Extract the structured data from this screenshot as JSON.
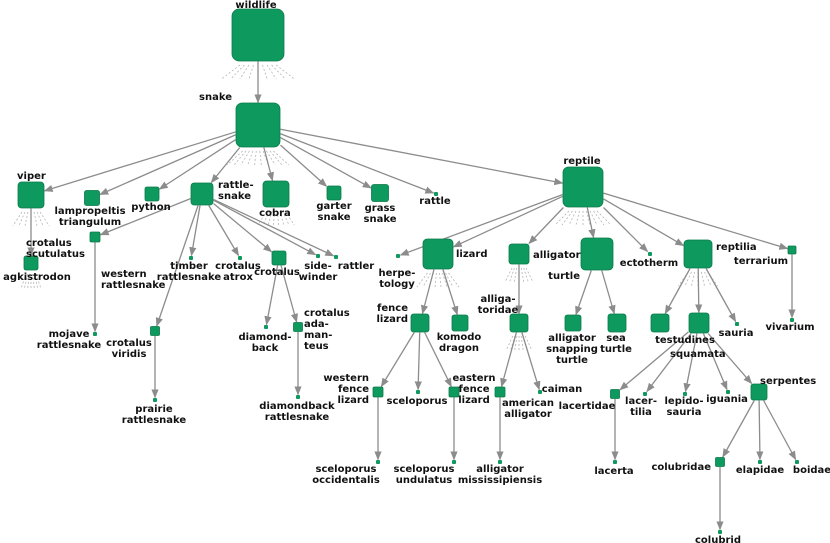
{
  "colors": {
    "node": "#0e9a5e",
    "node_border": "#0a7a48",
    "edge": "#8c8c8c",
    "halo": "#b5b5b5"
  },
  "nodes": {
    "wildlife": [
      "wildlife"
    ],
    "snake": [
      "snake"
    ],
    "viper": [
      "viper"
    ],
    "lampropeltis": [
      "lampropeltis",
      "triangulum"
    ],
    "python": [
      "python"
    ],
    "rattlesnake": [
      "rattle-",
      "snake"
    ],
    "cobra": [
      "cobra"
    ],
    "garter": [
      "garter",
      "snake"
    ],
    "grass": [
      "grass",
      "snake"
    ],
    "rattle": [
      "rattle"
    ],
    "crotalus_scutulatus": [
      "crotalus",
      "scutulatus"
    ],
    "agkistrodon": [
      "agkistrodon"
    ],
    "western_rattlesnake": [
      "western",
      "rattlesnake"
    ],
    "mojave": [
      "mojave",
      "rattlesnake"
    ],
    "crotalus_viridis": [
      "crotalus",
      "viridis"
    ],
    "prairie": [
      "prairie",
      "rattlesnake"
    ],
    "timber": [
      "timber",
      "rattlesnake"
    ],
    "crotalus_atrox": [
      "crotalus",
      "atrox"
    ],
    "crotalus": [
      "crotalus"
    ],
    "diamondback": [
      "diamond-",
      "back"
    ],
    "adamanteus": [
      "crotalus",
      "ada-",
      "man-",
      "teus"
    ],
    "diamondback_rattlesnake": [
      "diamondback",
      "rattlesnake"
    ],
    "sidewinder": [
      "side-",
      "winder"
    ],
    "rattler": [
      "rattler"
    ],
    "reptile": [
      "reptile"
    ],
    "herpetology": [
      "herpe-",
      "tology"
    ],
    "lizard": [
      "lizard"
    ],
    "fence_lizard": [
      "fence",
      "lizard"
    ],
    "komodo": [
      "komodo",
      "dragon"
    ],
    "western_fence": [
      "western",
      "fence",
      "lizard"
    ],
    "sceloporus": [
      "sceloporus"
    ],
    "eastern_fence": [
      "eastern",
      "fence",
      "lizard"
    ],
    "sceloporus_occidentalis": [
      "sceloporus",
      "occidentalis"
    ],
    "sceloporus_undulatus": [
      "sceloporus",
      "undulatus"
    ],
    "alligator": [
      "alligator"
    ],
    "alligatoridae": [
      "alliga-",
      "toridae"
    ],
    "american_alligator": [
      "american",
      "alligator"
    ],
    "caiman": [
      "caiman"
    ],
    "alligator_mississipiensis": [
      "alligator",
      "mississipiensis"
    ],
    "turtle": [
      "turtle"
    ],
    "snapping": [
      "alligator",
      "snapping",
      "turtle"
    ],
    "sea_turtle": [
      "sea",
      "turtle"
    ],
    "ectotherm": [
      "ectotherm"
    ],
    "reptilia": [
      "reptilia"
    ],
    "testudines": [
      "testudines"
    ],
    "squamata": [
      "squamata"
    ],
    "sauria": [
      "sauria"
    ],
    "lacertidae": [
      "lacertidae"
    ],
    "lacertilia": [
      "lacer-",
      "tilia"
    ],
    "lepidosauria": [
      "lepido-",
      "sauria"
    ],
    "iguania": [
      "iguania"
    ],
    "serpentes": [
      "serpentes"
    ],
    "lacerta": [
      "lacerta"
    ],
    "colubridae": [
      "colubridae"
    ],
    "elapidae": [
      "elapidae"
    ],
    "boidae": [
      "boidae"
    ],
    "colubrid": [
      "colubrid"
    ],
    "terrarium": [
      "terrarium"
    ],
    "vivarium": [
      "vivarium"
    ]
  },
  "edges": [
    [
      "wildlife",
      "snake"
    ],
    [
      "snake",
      "viper"
    ],
    [
      "snake",
      "lampropeltis"
    ],
    [
      "snake",
      "python"
    ],
    [
      "snake",
      "rattlesnake"
    ],
    [
      "snake",
      "cobra"
    ],
    [
      "snake",
      "garter"
    ],
    [
      "snake",
      "grass"
    ],
    [
      "snake",
      "rattle"
    ],
    [
      "snake",
      "reptile"
    ],
    [
      "viper",
      "crotalus_scutulatus"
    ],
    [
      "rattlesnake",
      "western_rattlesnake"
    ],
    [
      "rattlesnake",
      "crotalus_viridis"
    ],
    [
      "rattlesnake",
      "timber"
    ],
    [
      "rattlesnake",
      "crotalus_atrox"
    ],
    [
      "rattlesnake",
      "crotalus"
    ],
    [
      "rattlesnake",
      "sidewinder"
    ],
    [
      "rattlesnake",
      "rattler"
    ],
    [
      "western_rattlesnake",
      "mojave"
    ],
    [
      "crotalus_viridis",
      "prairie"
    ],
    [
      "crotalus",
      "diamondback"
    ],
    [
      "crotalus",
      "adamanteus"
    ],
    [
      "adamanteus",
      "diamondback_rattlesnake"
    ],
    [
      "reptile",
      "herpetology"
    ],
    [
      "reptile",
      "lizard"
    ],
    [
      "reptile",
      "alligator"
    ],
    [
      "reptile",
      "turtle"
    ],
    [
      "reptile",
      "ectotherm"
    ],
    [
      "reptile",
      "reptilia"
    ],
    [
      "reptile",
      "terrarium"
    ],
    [
      "lizard",
      "fence_lizard"
    ],
    [
      "lizard",
      "komodo"
    ],
    [
      "fence_lizard",
      "western_fence"
    ],
    [
      "fence_lizard",
      "sceloporus"
    ],
    [
      "fence_lizard",
      "eastern_fence"
    ],
    [
      "western_fence",
      "sceloporus_occidentalis"
    ],
    [
      "eastern_fence",
      "sceloporus_undulatus"
    ],
    [
      "alligator",
      "alligatoridae"
    ],
    [
      "alligatoridae",
      "american_alligator"
    ],
    [
      "alligatoridae",
      "caiman"
    ],
    [
      "american_alligator",
      "alligator_mississipiensis"
    ],
    [
      "turtle",
      "snapping"
    ],
    [
      "turtle",
      "sea_turtle"
    ],
    [
      "reptilia",
      "testudines"
    ],
    [
      "reptilia",
      "squamata"
    ],
    [
      "reptilia",
      "sauria"
    ],
    [
      "squamata",
      "lacertidae"
    ],
    [
      "squamata",
      "lacertilia"
    ],
    [
      "squamata",
      "lepidosauria"
    ],
    [
      "squamata",
      "iguania"
    ],
    [
      "squamata",
      "serpentes"
    ],
    [
      "lacertidae",
      "lacerta"
    ],
    [
      "serpentes",
      "colubridae"
    ],
    [
      "serpentes",
      "elapidae"
    ],
    [
      "serpentes",
      "boidae"
    ],
    [
      "colubridae",
      "colubrid"
    ],
    [
      "terrarium",
      "vivarium"
    ]
  ]
}
